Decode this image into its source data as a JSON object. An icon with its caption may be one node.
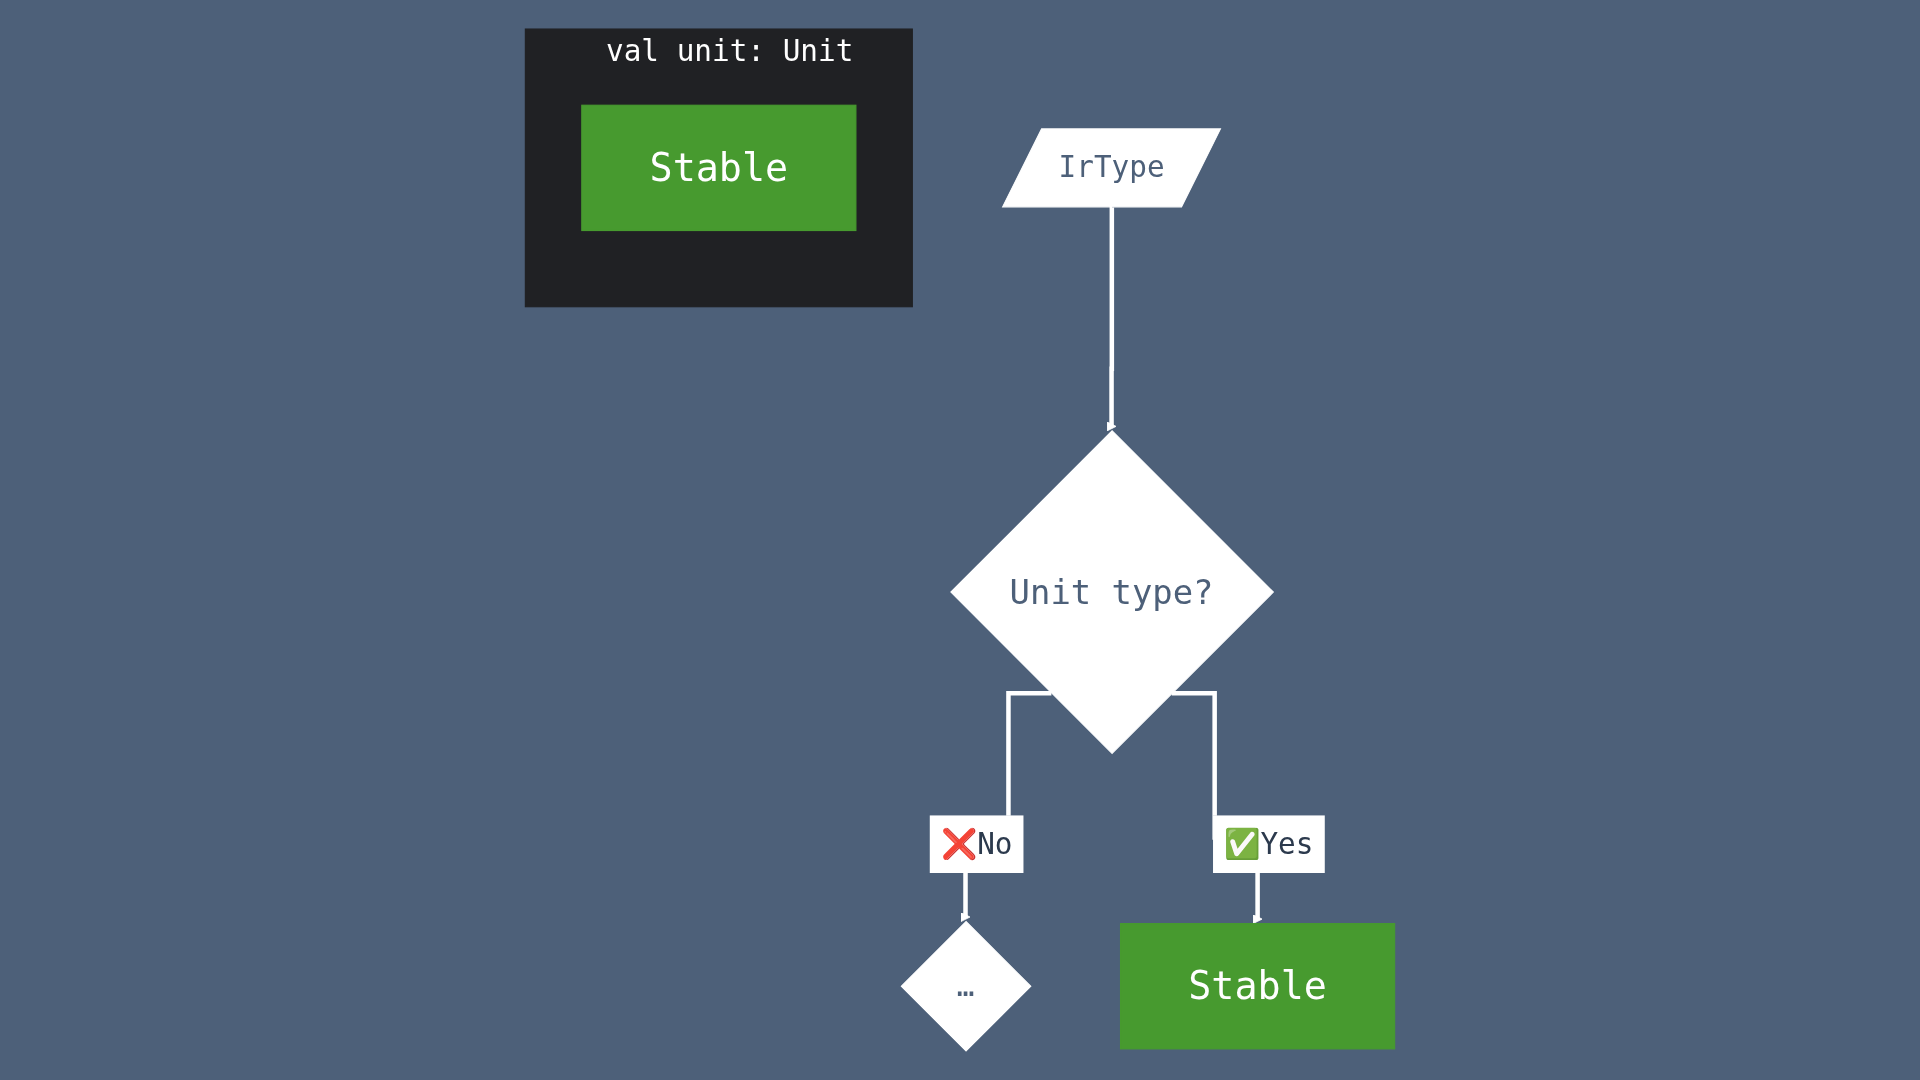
{
  "diagram": {
    "nodes": [
      {
        "text": [
          "IrType"
        ]
      },
      {
        "text": [
          "Unit type?"
        ]
      },
      {
        "text": [
          "…"
        ]
      },
      {
        "text": [
          "Stable"
        ]
      },
      {
        "text": [
          "val unit: Unit"
        ]
      },
      {
        "text": [
          "Stable"
        ],
        "in": 4
      }
    ],
    "edges": [
      {
        "from": 0,
        "to": 1,
        "arrow": "to"
      },
      {
        "from": 1,
        "to": 2,
        "arrow": "to",
        "label": "❌No"
      },
      {
        "from": 1,
        "to": 3,
        "arrow": "to",
        "label": "✅Yes"
      }
    ]
  }
}
